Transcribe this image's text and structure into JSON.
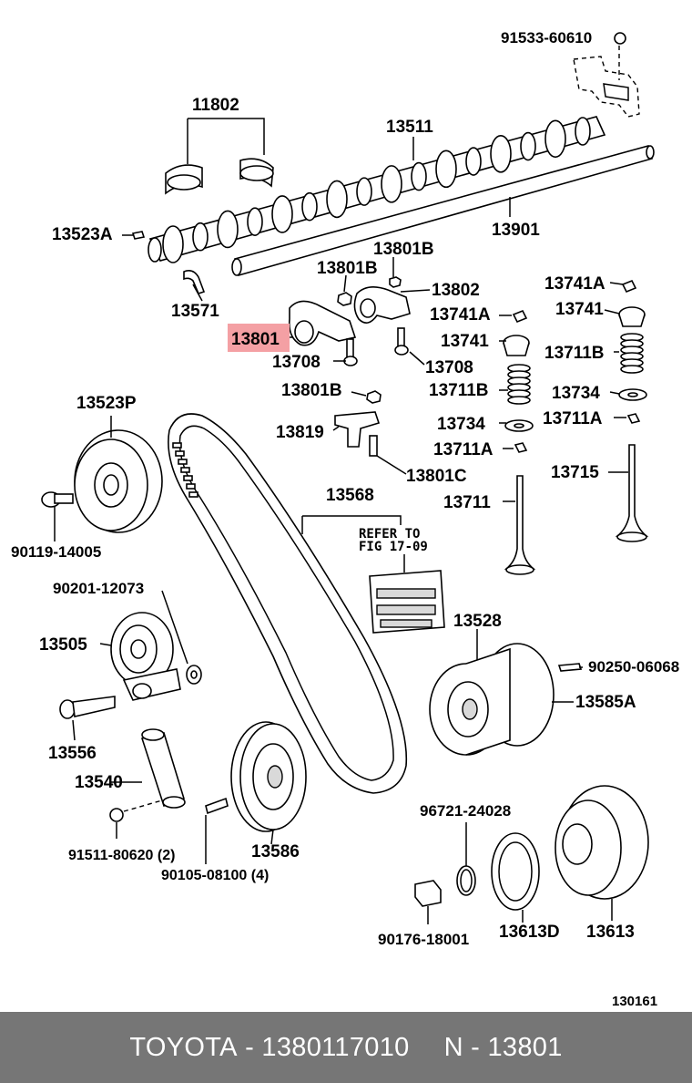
{
  "diagram": {
    "part_labels": {
      "p91533": "91533-60610",
      "p11802": "11802",
      "p13511": "13511",
      "p13523a": "13523A",
      "p13901": "13901",
      "p13801b_1": "13801B",
      "p13801b_2": "13801B",
      "p13741a_1": "13741A",
      "p13571": "13571",
      "p13802": "13802",
      "p13741a_2": "13741A",
      "p13741_1": "13741",
      "p13801": "13801",
      "p13741_2": "13741",
      "p13711b_1": "13711B",
      "p13708_1": "13708",
      "p13708_2": "13708",
      "p13523p": "13523P",
      "p13801b_3": "13801B",
      "p13711b_2": "13711B",
      "p13734_1": "13734",
      "p13819": "13819",
      "p13734_2": "13734",
      "p13711a_1": "13711A",
      "p13711a_2": "13711A",
      "p13801c": "13801C",
      "p13715": "13715",
      "p13568": "13568",
      "p13711": "13711",
      "p90119": "90119-14005",
      "p90201": "90201-12073",
      "p13528": "13528",
      "p13505": "13505",
      "p90250": "90250-06068",
      "p13585a": "13585A",
      "p13556": "13556",
      "p13540": "13540",
      "p96721": "96721-24028",
      "p91511": "91511-80620 (2)",
      "p13586": "13586",
      "p90105": "90105-08100 (4)",
      "p90176": "90176-18001",
      "p13613d": "13613D",
      "p13613": "13613"
    },
    "refer_note_line1": "REFER TO",
    "refer_note_line2": "FIG 17-09",
    "figure_number": "130161",
    "highlight_color": "#f4a0a4"
  },
  "footer": {
    "brand": "TOYOTA",
    "part_number": "1380117010",
    "catalog_ref": "N - 13801",
    "separator": "-"
  }
}
